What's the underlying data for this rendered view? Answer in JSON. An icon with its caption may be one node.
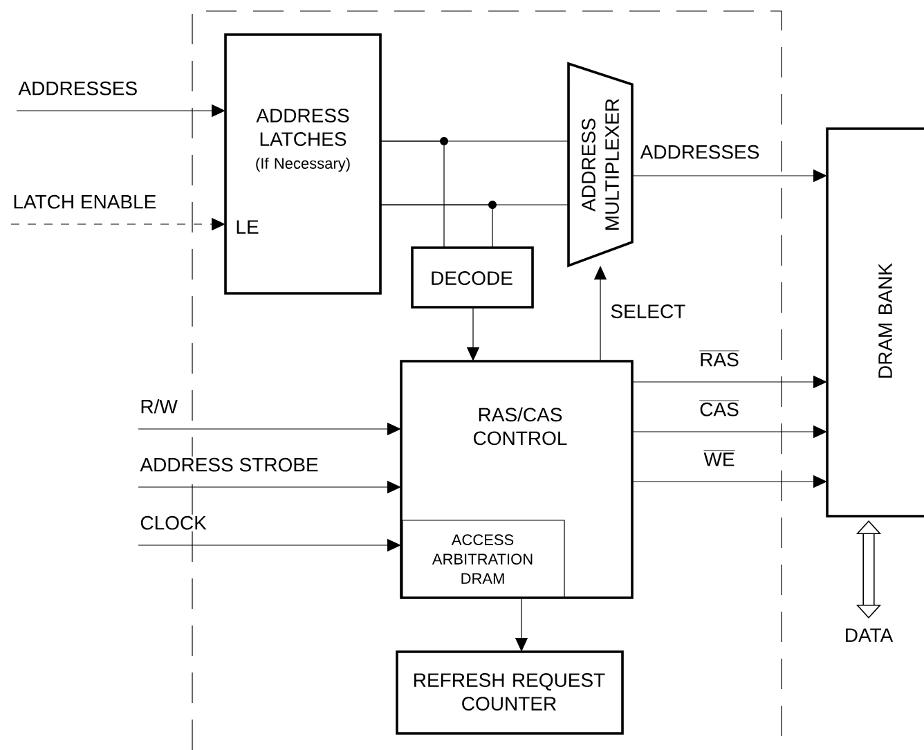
{
  "diagram": {
    "nodes": [
      {
        "text": [
          "ADDRESS LATCHES",
          "(If Necessary)",
          "LE"
        ]
      },
      {
        "text": [
          "ADDRESS MULTIPLEXER"
        ]
      },
      {
        "text": [
          "DECODE"
        ]
      },
      {
        "text": [
          "RAS/CAS CONTROL"
        ]
      },
      {
        "text": [
          "ACCESS ARBITRATION DRAM"
        ],
        "in": 3
      },
      {
        "text": [
          "REFRESH REQUEST COUNTER"
        ]
      },
      {
        "text": [
          "DRAM BANK"
        ]
      },
      {
        "text": [
          "DATA"
        ]
      }
    ],
    "edges": [
      {
        "from": null,
        "to": 0,
        "arrow": "to",
        "label": "ADDRESSES"
      },
      {
        "from": null,
        "to": 0,
        "arrow": "to",
        "label": "LATCH ENABLE",
        "style": "dashed"
      },
      {
        "from": 0,
        "to": 1,
        "arrow": "none"
      },
      {
        "from": 0,
        "to": 1,
        "arrow": "none"
      },
      {
        "from": 0,
        "to": 2,
        "arrow": "none"
      },
      {
        "from": 0,
        "to": 2,
        "arrow": "none"
      },
      {
        "from": 2,
        "to": 3,
        "arrow": "to"
      },
      {
        "from": 3,
        "to": 1,
        "arrow": "to",
        "label": "SELECT"
      },
      {
        "from": 1,
        "to": 6,
        "arrow": "to",
        "label": "ADDRESSES"
      },
      {
        "from": 3,
        "to": 6,
        "arrow": "to",
        "label": "RAS"
      },
      {
        "from": 3,
        "to": 6,
        "arrow": "to",
        "label": "CAS"
      },
      {
        "from": 3,
        "to": 6,
        "arrow": "to",
        "label": "WE"
      },
      {
        "from": null,
        "to": 3,
        "arrow": "to",
        "label": "R/W"
      },
      {
        "from": null,
        "to": 3,
        "arrow": "to",
        "label": "ADDRESS STROBE"
      },
      {
        "from": null,
        "to": 3,
        "arrow": "to",
        "label": "CLOCK"
      },
      {
        "from": 4,
        "to": 5,
        "arrow": "to"
      },
      {
        "from": 6,
        "to": 7,
        "arrow": "both",
        "style": "thick"
      }
    ]
  }
}
